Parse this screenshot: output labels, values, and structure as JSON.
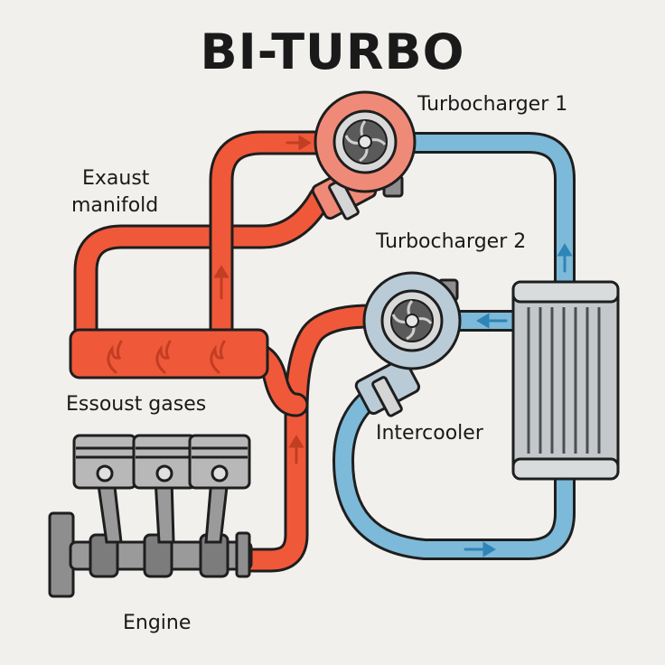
{
  "title": "BI-TURBO",
  "labels": {
    "turbocharger_1": "Turbocharger 1",
    "turbocharger_2": "Turbocharger 2",
    "exhaust_manifold_line1": "Exaust",
    "exhaust_manifold_line2": "manifold",
    "exhaust_gases": "Essoust gases",
    "intercooler": "Intercooler",
    "engine": "Engine"
  },
  "colors": {
    "background": "#f1f0ed",
    "exhaust": "#f0583a",
    "exhaust_dark": "#c23e22",
    "intake": "#7db9d8",
    "turbine_housing": "#f08a78",
    "compressor_housing": "#b9cbd6",
    "metal": "#8e8e8e",
    "outline": "#1e1e1e"
  }
}
